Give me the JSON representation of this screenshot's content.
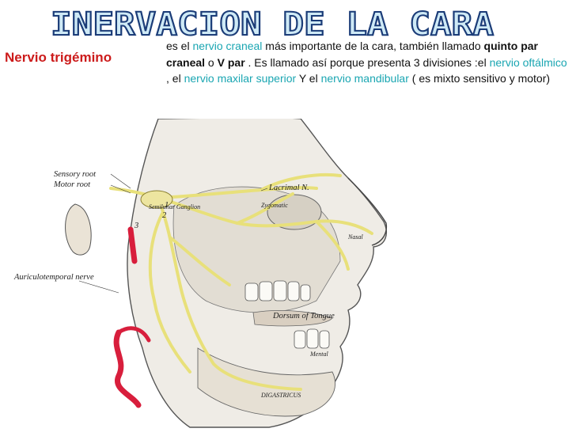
{
  "slide": {
    "title": "INERVACION  DE LA  CARA",
    "subtitle": "Nervio trigémino",
    "description": {
      "p1": "es el ",
      "l1": "nervio craneal",
      "p2": " más importante de la cara, también llamado ",
      "b1": "quinto par craneal",
      "p3": " o ",
      "b2": "V par",
      "p4": " . Es llamado así porque presenta 3 divisiones :el ",
      "l2": "nervio oftálmico",
      "p5": " , el ",
      "l3": "nervio maxilar superior",
      "p6": " Y el ",
      "l4": "nervio mandibular",
      "p7": " ( es mixto sensitivo y motor)"
    }
  },
  "colors": {
    "title_fill": "#cfeaf6",
    "title_stroke": "#1b3c78",
    "subtitle": "#cc1b1b",
    "link": "#1aa6b2",
    "nerve": "#e8e07a",
    "artery": "#d81e3c"
  },
  "illustration": {
    "labels": {
      "sensory_root": "Sensory root",
      "motor_root": "Motor root",
      "ganglion": "Semilunar Ganglion",
      "lacrimal": "Lacrimal N.",
      "zygomatic": "Zygomatic",
      "nasal": "Nasal",
      "auriculotemporal": "Auriculotemporal nerve",
      "tongue": "Dorsum of Tongue",
      "mental": "Mental",
      "digastricus": "DIGASTRICUS",
      "num1": "1",
      "num2": "2",
      "num3": "3"
    }
  }
}
